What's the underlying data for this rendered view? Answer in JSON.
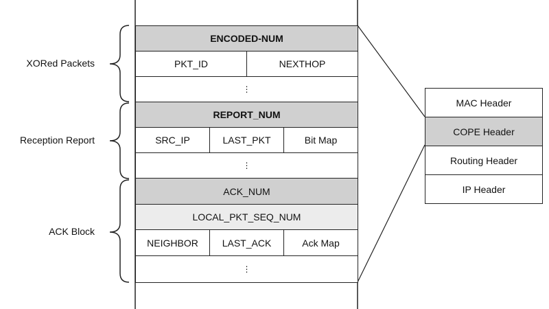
{
  "groups": {
    "xored": "XORed Packets",
    "reception": "Reception Report",
    "ack": "ACK Block"
  },
  "fields": {
    "encoded_num": "ENCODED-NUM",
    "pkt_id": "PKT_ID",
    "nexthop": "NEXTHOP",
    "report_num": "REPORT_NUM",
    "src_ip": "SRC_IP",
    "last_pkt": "LAST_PKT",
    "bit_map": "Bit Map",
    "ack_num": "ACK_NUM",
    "local_pkt_seq_num": "LOCAL_PKT_SEQ_NUM",
    "neighbor": "NEIGHBOR",
    "last_ack": "LAST_ACK",
    "ack_map": "Ack Map",
    "ellipsis": "⋮"
  },
  "headers": {
    "mac": "MAC Header",
    "cope": "COPE Header",
    "routing": "Routing Header",
    "ip": "IP Header"
  },
  "colors": {
    "grey_fill": "#d0d0d0",
    "light_fill": "#ececec",
    "line": "#222222"
  }
}
